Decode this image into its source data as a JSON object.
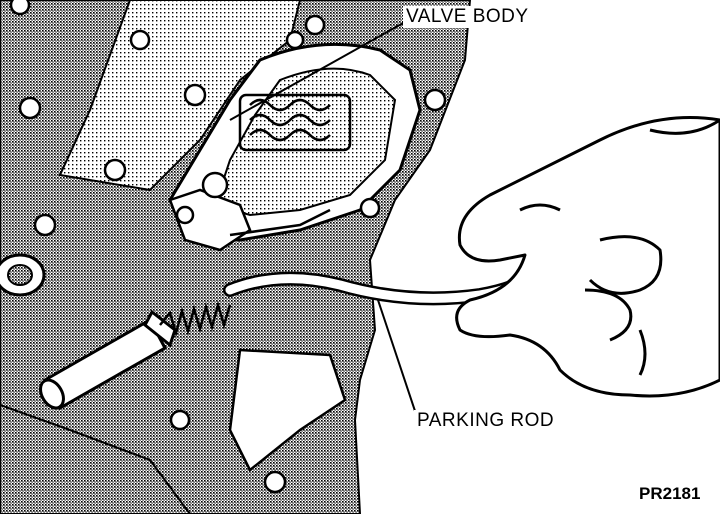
{
  "labels": {
    "valve_body": "VALVE BODY",
    "parking_rod": "PARKING ROD",
    "figure_id": "PR2181"
  },
  "colors": {
    "ink": "#000000",
    "paper": "#ffffff",
    "shade": "#9a9a9a"
  }
}
